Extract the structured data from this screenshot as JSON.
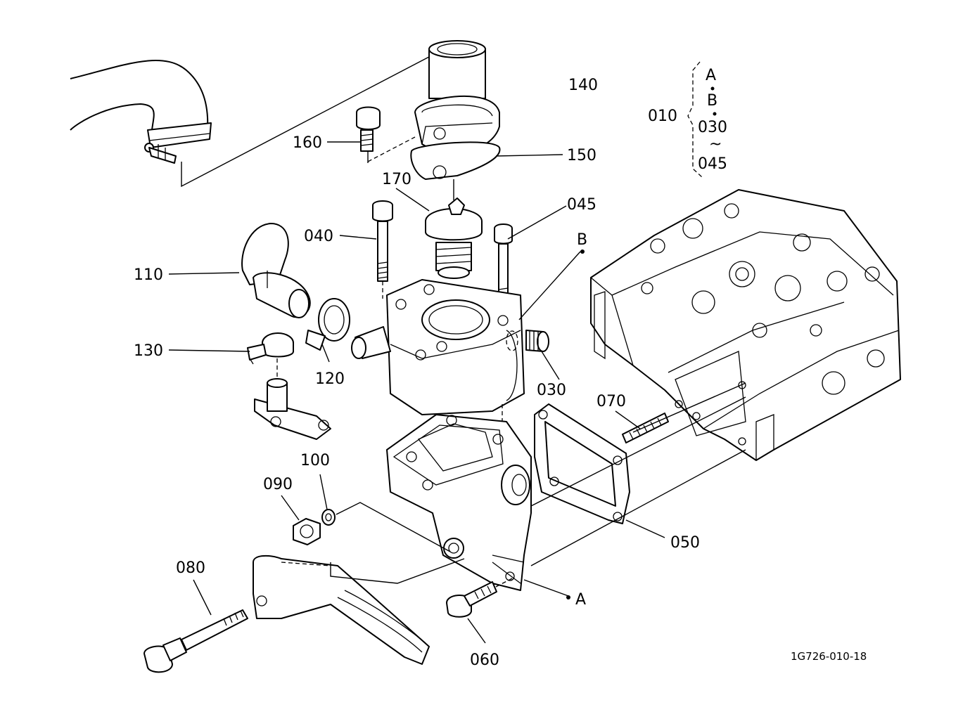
{
  "diagram": {
    "drawing_number": "1G726-010-18",
    "callouts": {
      "p140": "140",
      "p160": "160",
      "p150": "150",
      "p170": "170",
      "p045": "045",
      "p040": "040",
      "p110": "110",
      "p130": "130",
      "p120": "120",
      "p030": "030",
      "p070": "070",
      "p100": "100",
      "p090": "090",
      "p050": "050",
      "p080": "080",
      "p060": "060",
      "ref_a": "A",
      "ref_b": "B"
    },
    "assembly_group": {
      "number": "010",
      "items": [
        "A",
        "B",
        "030",
        "~",
        "045"
      ]
    }
  }
}
